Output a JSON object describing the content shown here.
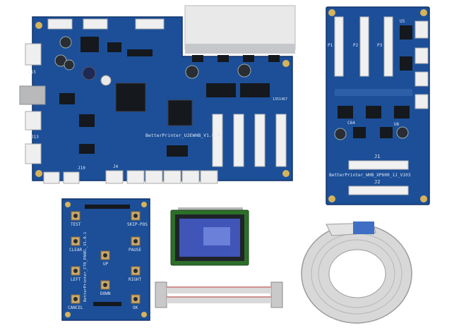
{
  "colors": {
    "pcb": "#1c4f98",
    "pcb_dark": "#123a77",
    "silk": "#dfe6f3",
    "gold": "#d6b25a",
    "chip": "#15181d",
    "connector": "#efefef",
    "lcd_bezel": "#2d6f2a",
    "lcd_screen": "#3f55b7",
    "cable": "#d9d9d9"
  },
  "main_board": {
    "label": "BetterPrinter_U2EWHB_V1.0.4",
    "silk_j1": "J15",
    "silk_j2": "J13",
    "silk_j3": "J10",
    "silk_j4": "J4",
    "silk_misc": "1351467"
  },
  "head_board": {
    "label": "BetterPrinter_WHB_XP600_1J_V103",
    "silk_p1": "P1",
    "silk_p2": "P2",
    "silk_p3": "P3",
    "silk_j1": "J1",
    "silk_j2": "J2",
    "silk_u5": "U5",
    "silk_u6": "U6",
    "silk_c64": "C64"
  },
  "control_panel": {
    "label": "BetterPrinter_CTB_PANEL_V1.0.1",
    "buttons": {
      "test": "TEST",
      "skip": "SKIP-POS",
      "clear": "CLEAR",
      "pause": "PAUSE",
      "up": "UP",
      "left": "LEFT",
      "right": "RIGHT",
      "down": "DOWN",
      "cancel": "CANCEL",
      "ok": "OK"
    }
  }
}
